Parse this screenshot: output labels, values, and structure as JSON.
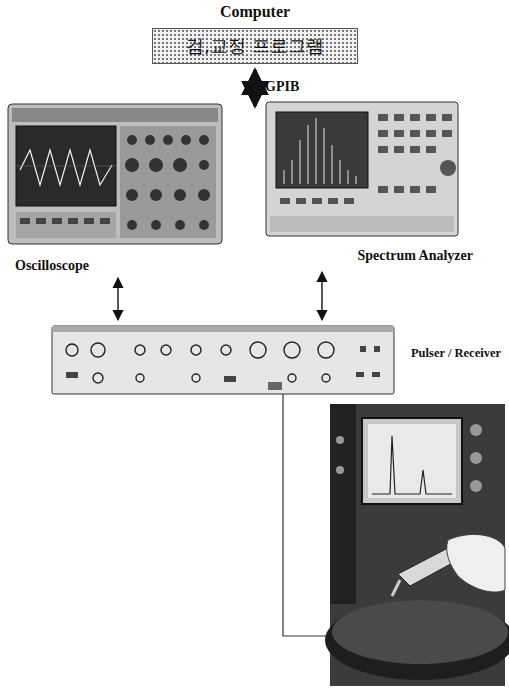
{
  "diagram": {
    "nodes": [
      {
        "text": [
          "Computer",
          "검,교정 프로그램"
        ]
      },
      {
        "text": [
          "Oscilloscope"
        ]
      },
      {
        "text": [
          "Spectrum Analyzer"
        ]
      },
      {
        "text": [
          "Pulser / Receiver"
        ]
      }
    ],
    "edges": [
      {
        "from": 1,
        "to": 3,
        "arrow": "both"
      },
      {
        "from": 2,
        "to": 3,
        "arrow": "both"
      }
    ],
    "labels": [
      "GPIB"
    ]
  }
}
